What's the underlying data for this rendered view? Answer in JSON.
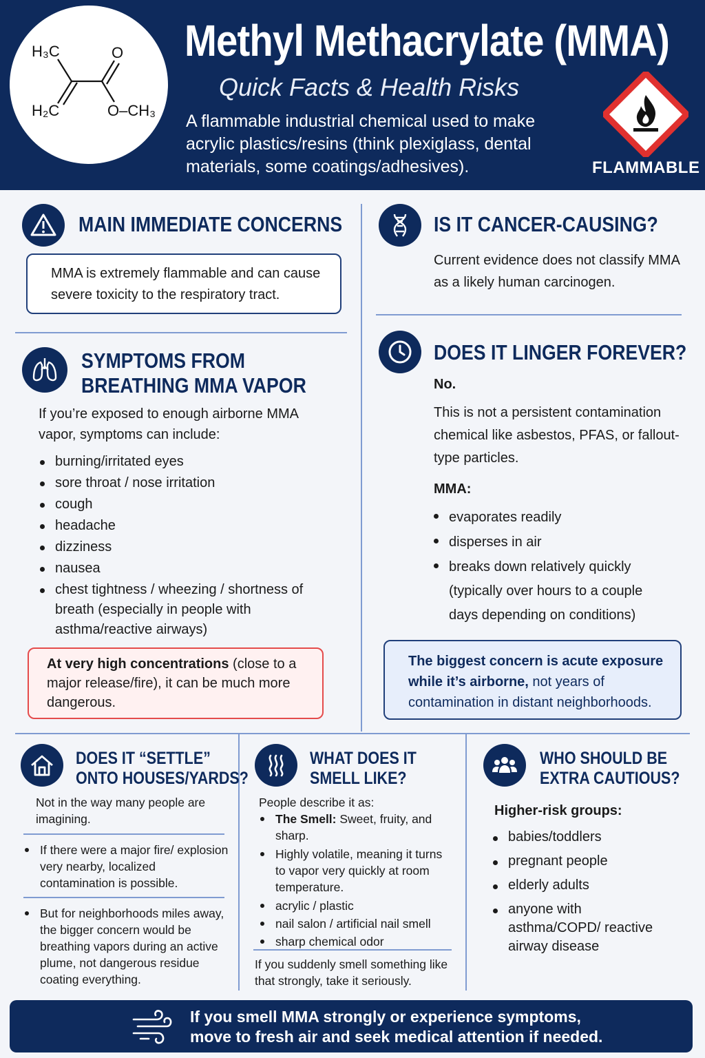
{
  "header": {
    "title": "Methyl Methacrylate (MMA)",
    "subtitle": "Quick Facts & Health Risks",
    "intro": "A flammable industrial chemical used to make acrylic plastics/resins (think plexiglass, dental materials, some coatings/adhesives).",
    "hazard_label": "FLAMMABLE",
    "molecule": {
      "h3c": "H₃C",
      "h2c": "H₂C",
      "o": "O",
      "och3": "O–CH₃"
    }
  },
  "immediate": {
    "icon": "warning-triangle-icon",
    "heading": "MAIN IMMEDIATE CONCERNS",
    "text": "MMA is extremely flammable and can cause severe toxicity to the respiratory tract."
  },
  "cancer": {
    "icon": "dna-icon",
    "heading": "IS IT CANCER-CAUSING?",
    "text": "Current evidence does not classify MMA as a likely human carcinogen."
  },
  "symptoms": {
    "icon": "lungs-icon",
    "heading_line1": "SYMPTOMS FROM",
    "heading_line2": "BREATHING MMA VAPOR",
    "intro": "If you’re exposed to enough airborne MMA vapor, symptoms can include:",
    "items": [
      "burning/irritated eyes",
      "sore throat / nose irritation",
      "cough",
      "headache",
      "dizziness",
      "nausea",
      "chest tightness / wheezing / shortness of breath (especially in people with asthma/reactive airways)"
    ],
    "warning_bold": "At very high concentrations",
    "warning_rest": " (close to a major release/fire), it can be much more dangerous."
  },
  "linger": {
    "icon": "clock-icon",
    "heading": "DOES IT LINGER FOREVER?",
    "answer": "No.",
    "text": "This is not a persistent contamination chemical like asbestos, PFAS, or fallout-type particles.",
    "mma_label": "MMA:",
    "items": [
      "evaporates readily",
      "disperses in air",
      "breaks down relatively quickly (typically over hours to a couple days depending on conditions)"
    ],
    "note_bold": "The biggest concern is acute exposure while it’s airborne,",
    "note_rest": " not years of contamination in distant neighborhoods."
  },
  "settle": {
    "icon": "house-icon",
    "heading_line1": "DOES IT “SETTLE”",
    "heading_line2": "ONTO HOUSES/YARDS?",
    "intro": "Not in the way many people are imagining.",
    "item1": "If there were a major fire/ explosion very nearby, localized contamination is possible.",
    "item2": "But for neighborhoods miles away, the bigger concern would be breathing vapors during an active plume, not dangerous residue coating everything."
  },
  "smell": {
    "icon": "odor-waves-icon",
    "heading_line1": "WHAT DOES IT",
    "heading_line2": "SMELL LIKE?",
    "intro": "People describe it as:",
    "item1_bold": "The Smell:",
    "item1_rest": " Sweet, fruity, and sharp.",
    "items": [
      "Highly volatile, meaning it turns to vapor very quickly at room temperature.",
      "acrylic / plastic",
      "nail salon / artificial nail smell",
      "sharp chemical odor"
    ],
    "note": "If you suddenly smell something like that strongly, take it seriously."
  },
  "caution": {
    "icon": "people-group-icon",
    "heading_line1": "WHO SHOULD BE",
    "heading_line2": "EXTRA CAUTIOUS?",
    "label": "Higher-risk groups:",
    "items": [
      "babies/toddlers",
      "pregnant people",
      "elderly adults",
      "anyone with asthma/COPD/ reactive airway disease"
    ]
  },
  "footer": {
    "icon": "wind-icon",
    "line1": "If you smell MMA strongly or experience symptoms,",
    "line2": "move to fresh air and seek medical attention if needed."
  }
}
